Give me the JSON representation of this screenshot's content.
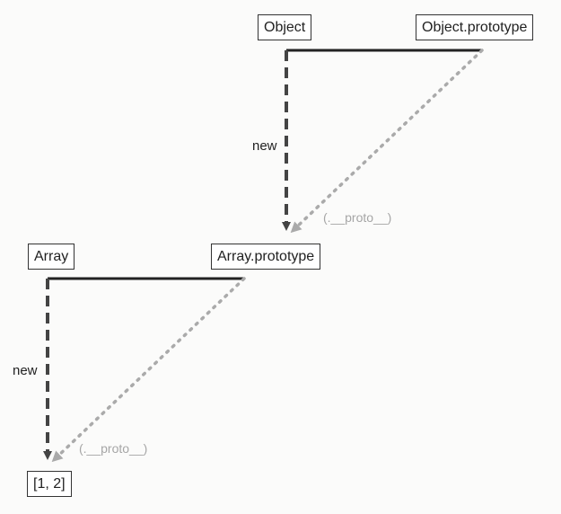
{
  "nodes": {
    "object": "Object",
    "object_prototype": "Object.prototype",
    "array": "Array",
    "array_prototype": "Array.prototype",
    "array_instance": "[1, 2]"
  },
  "edges": {
    "new_label_top": "new",
    "new_label_bottom": "new",
    "proto_label_top": "(.__proto__)",
    "proto_label_bottom": "(.__proto__)"
  },
  "colors": {
    "solid_line": "#222222",
    "dashed_arrow": "#444444",
    "dotted_arrow": "#aaaaaa"
  }
}
